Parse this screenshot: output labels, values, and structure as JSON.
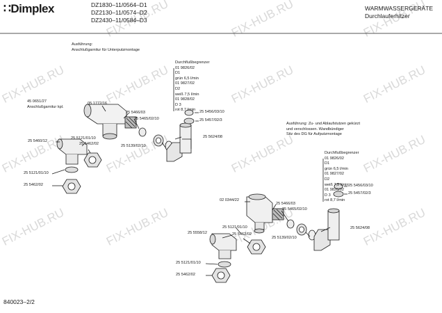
{
  "header": {
    "brand": "Dimplex",
    "models": [
      "DZ1830–11/0564–D1",
      "DZ2130–11/0574–D2",
      "DZ2430–11/0584–D3"
    ],
    "category": "WARMWASSERGERÄTE",
    "subcategory": "Durchlauferhitzer"
  },
  "footer": {
    "doc_number": "840023–2/2"
  },
  "watermark": "FIX-HUB.RU",
  "top_diagram": {
    "variant_note": [
      "Ausführung:",
      "Anschlußgarnitur für Unterputzmontage"
    ],
    "flow_limiter": [
      "Durchflußbegrenzer",
      "01 9826/02",
      "D1",
      "grün 6,5 l/min",
      "01 9827/02",
      "D2",
      "weiß 7,5 l/min",
      "01 9828/02",
      "D 3",
      "rot 8,7 l/min"
    ],
    "part_set": [
      "45 0651/27",
      "Anschlußgarnitur kpl."
    ],
    "parts": {
      "p1": "05 1772/16",
      "p2": "25 5466/03",
      "p3": "25 5465/02/10",
      "p4": "25 5456/03/10",
      "p5": "25 5457/02/3",
      "p6": "25 5624/08",
      "p7": "25 5139/02/10",
      "p8": "25 5460/12",
      "p9": "25 5121/01/10",
      "p10": "25 5462/02",
      "p11": "25 5121/01/10",
      "p12": "25 5462/02"
    }
  },
  "bottom_diagram": {
    "variant_note": [
      "Ausführung:  Zu- und Ablaufstutzen gekürzt",
      "und verschlossen. Wandbündiger",
      "Sitz des DG für Aufputzmontage"
    ],
    "flow_limiter": [
      "Durchflußbegrenzer",
      "01 9826/02",
      "D1",
      "grün 6,5 l/min",
      "01 9827/02",
      "D2",
      "weiß 7,5 l/min",
      "01 9828/02",
      "D 3",
      "rot 8,7 l/min"
    ],
    "parts": {
      "p1": "02 0344/22",
      "p2": "25 5466/03",
      "p3": "25 5465/02/10",
      "p4": "25 5456/03/10",
      "p5": "25 5457/02/3",
      "p6": "25 5624/08",
      "p7": "25 5139/02/10",
      "p8": "25 5121/01/10",
      "p9": "25 5462/02",
      "p10": "25 5558/12",
      "p11": "25 5121/01/10",
      "p12": "25 5462/02"
    }
  }
}
